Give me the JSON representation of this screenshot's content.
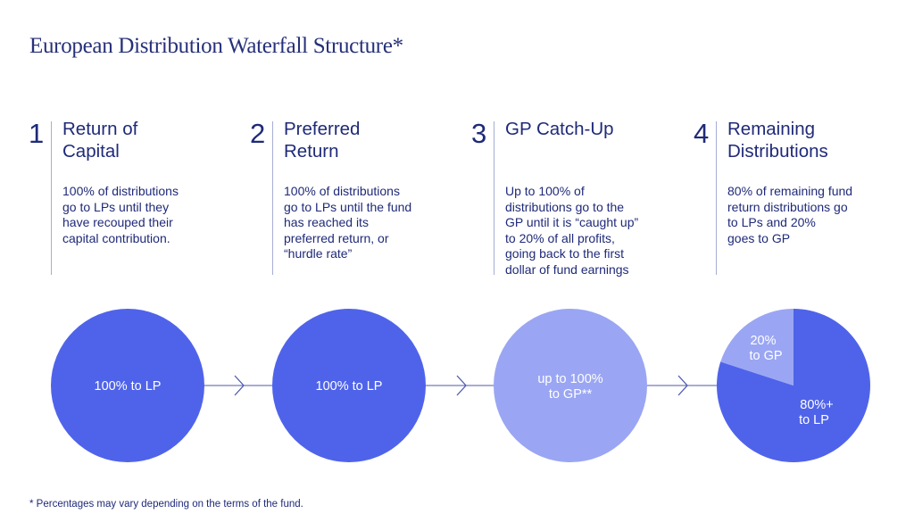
{
  "title": "European Distribution Waterfall Structure*",
  "steps": [
    {
      "num": "1",
      "head_lines": [
        "Return of",
        "Capital"
      ],
      "desc_lines": [
        "100% of distributions",
        "go to LPs until they",
        "have recouped their",
        "capital contribution."
      ]
    },
    {
      "num": "2",
      "head_lines": [
        "Preferred",
        "Return"
      ],
      "desc_lines": [
        "100% of distributions",
        "go to LPs until the fund",
        "has reached its",
        "preferred return, or",
        "“hurdle rate”"
      ]
    },
    {
      "num": "3",
      "head_lines": [
        "GP Catch-Up"
      ],
      "desc_lines": [
        "Up to 100% of",
        "distributions go to the",
        "GP until it is “caught up”",
        "to 20% of all profits,",
        "going back to the first",
        "dollar of fund earnings"
      ]
    },
    {
      "num": "4",
      "head_lines": [
        "Remaining",
        "Distributions"
      ],
      "desc_lines": [
        "80% of remaining fund",
        "return distributions go",
        "to LPs and 20%",
        "goes to GP"
      ]
    }
  ],
  "circles": [
    {
      "label_lines": [
        "100% to LP"
      ],
      "color": "#4f63ea"
    },
    {
      "label_lines": [
        "100% to LP"
      ],
      "color": "#4f63ea"
    },
    {
      "label_lines": [
        "up to 100%",
        "to GP**"
      ],
      "color": "#9aa6f3"
    },
    {
      "type": "pie",
      "slices": [
        {
          "share": 0.8,
          "label_lines": [
            "80%+",
            "to LP"
          ],
          "color": "#4f63ea"
        },
        {
          "share": 0.2,
          "label_lines": [
            "20%",
            "to GP"
          ],
          "color": "#9aa6f3"
        }
      ]
    }
  ],
  "colors": {
    "arrow": "#4f5bb0",
    "text": "#1f2a78"
  },
  "footnotes": [
    "* Percentages may vary depending on the terms of the fund."
  ]
}
